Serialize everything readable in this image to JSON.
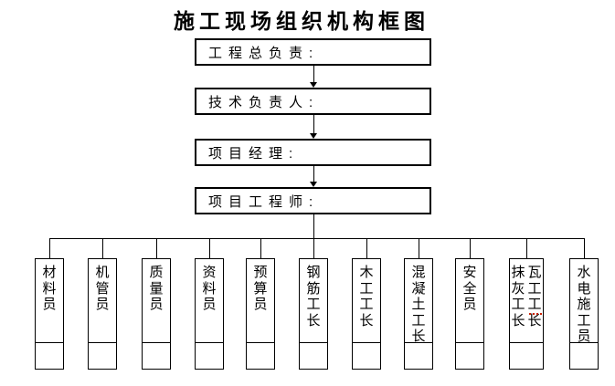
{
  "title": "施工现场组织机构框图",
  "colors": {
    "ink": "#000000",
    "background": "#ffffff",
    "spellcheck_underline": "#cc2200"
  },
  "top_boxes": [
    {
      "label": "工程总负责:"
    },
    {
      "label": "技术负责人:"
    },
    {
      "label": "项目经理:"
    },
    {
      "label": "项目工程师:"
    }
  ],
  "staff_boxes": [
    {
      "columns": [
        "材料员"
      ]
    },
    {
      "columns": [
        "机管员"
      ]
    },
    {
      "columns": [
        "质量员"
      ]
    },
    {
      "columns": [
        "资料员"
      ]
    },
    {
      "columns": [
        "预算员"
      ]
    },
    {
      "columns": [
        "钢筋工长"
      ]
    },
    {
      "columns": [
        "木工工长"
      ]
    },
    {
      "columns": [
        "混凝土工长"
      ]
    },
    {
      "columns": [
        "安全员"
      ]
    },
    {
      "columns": [
        "抹灰工长",
        "瓦工工长"
      ]
    },
    {
      "columns": [
        "水电施工员"
      ]
    }
  ]
}
